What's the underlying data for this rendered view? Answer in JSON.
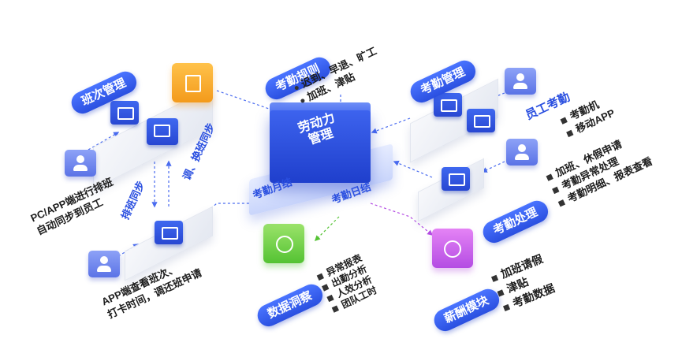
{
  "center": {
    "title_line1": "劳动力",
    "title_line2": "管理",
    "label_left": "考勤月结",
    "label_right": "考勤日结"
  },
  "modules": {
    "schedule": {
      "title": "班次管理"
    },
    "rules": {
      "title": "考勤规则",
      "items": [
        "迟到、早退、旷工",
        "加班、津贴"
      ]
    },
    "attendance": {
      "title": "考勤管理",
      "sub_title": "员工考勤",
      "items": [
        "考勤机",
        "移动APP"
      ]
    },
    "processing": {
      "title": "考勤处理",
      "items": [
        "加班、休假申请",
        "考勤异常处理",
        "考勤明细、报表查看"
      ]
    },
    "insight": {
      "title": "数据洞察",
      "items": [
        "异常报表",
        "出勤分析",
        "人效分析",
        "团队工时"
      ]
    },
    "payroll": {
      "title": "薪酬模块",
      "items": [
        "加班请假",
        "津贴",
        "考勤数据"
      ]
    }
  },
  "notes": {
    "pc_app_line1": "PC/APP端进行排班",
    "pc_app_line2": "自动同步到员工",
    "sync_schedule": "排班同步",
    "sync_swap": "调、换班同步",
    "app_view_line1": "APP端查看班次、",
    "app_view_line2": "打卡时间，调还班申请"
  },
  "colors": {
    "primary": "#2a4fe0",
    "orange": "#f39a1b",
    "green": "#54c233",
    "purple": "#b44ce3",
    "line_blue": "#4a6cf0"
  }
}
